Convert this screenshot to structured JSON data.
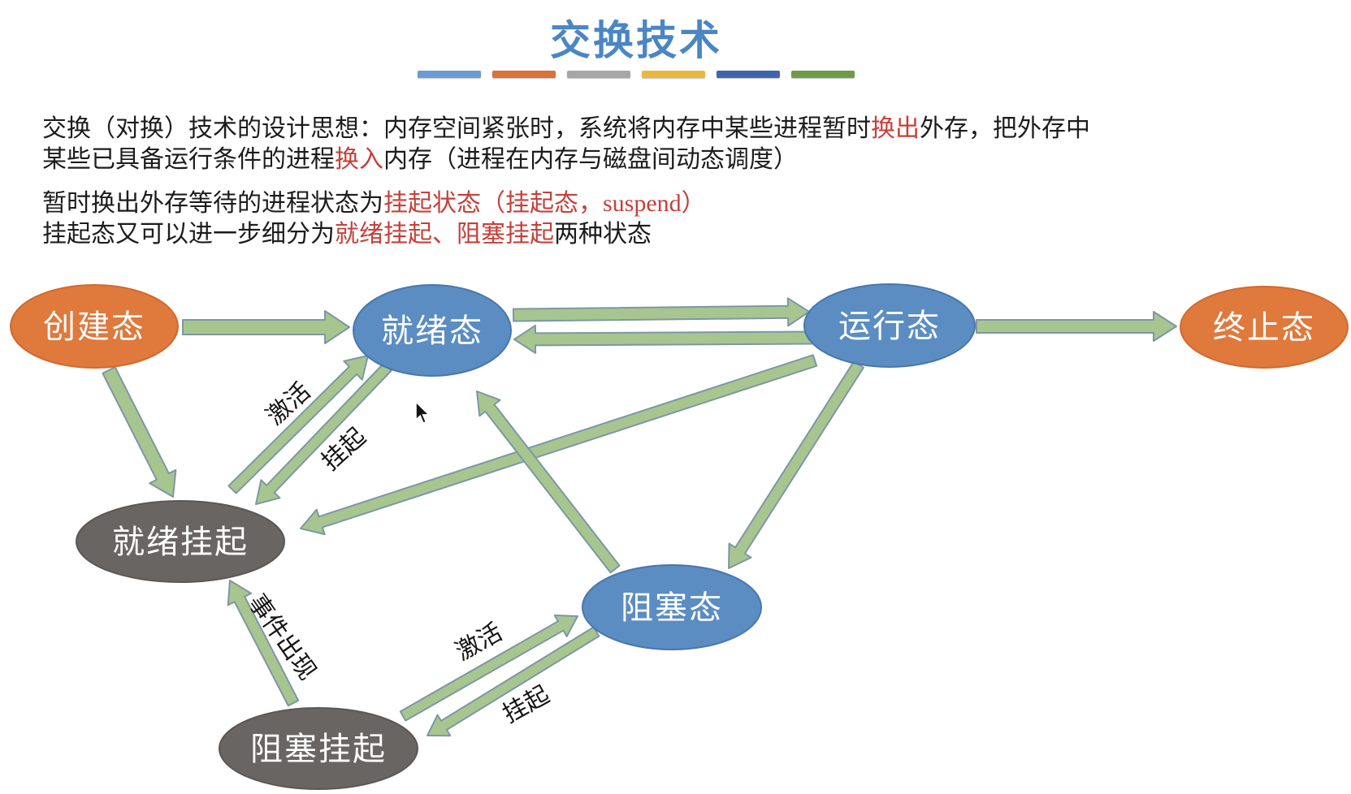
{
  "title": {
    "text": "交换技术",
    "color": "#4a86c4",
    "underline_bar_colors": [
      "#6b9bd2",
      "#d9733a",
      "#a6a6a6",
      "#eab73e",
      "#3f63ad",
      "#6f9b49"
    ]
  },
  "accent": {
    "red_text_color": "#c5403a",
    "body_text_color": "#1c1c1c"
  },
  "intro": {
    "paragraphs": [
      {
        "lines": [
          {
            "segments": [
              {
                "t": "交换（对换）技术的设计思想：内存空间紧张时，系统将内存中某些进程暂时",
                "red": false
              },
              {
                "t": "换出",
                "red": true
              },
              {
                "t": "外存，把外存中",
                "red": false
              }
            ]
          },
          {
            "segments": [
              {
                "t": "某些已具备运行条件的进程",
                "red": false
              },
              {
                "t": "换入",
                "red": true
              },
              {
                "t": "内存（进程在内存与磁盘间动态调度）",
                "red": false
              }
            ]
          }
        ]
      },
      {
        "lines": [
          {
            "segments": [
              {
                "t": "暂时换出外存等待的进程状态为",
                "red": false
              },
              {
                "t": "挂起状态（挂起态，suspend）",
                "red": true
              }
            ]
          },
          {
            "segments": [
              {
                "t": "挂起态又可以进一步细分为",
                "red": false
              },
              {
                "t": "就绪挂起、阻塞挂起",
                "red": true
              },
              {
                "t": "两种状态",
                "red": false
              }
            ]
          }
        ]
      }
    ]
  },
  "diagram": {
    "arrow_fill": "#a7c68f",
    "arrow_stroke": "#7d97a5",
    "node_text_color": "#ffffff",
    "nodes": [
      {
        "id": "create-state",
        "label": "创建态",
        "fill": "#df793c",
        "stroke": "#cf6a2e"
      },
      {
        "id": "ready-state",
        "label": "就绪态",
        "fill": "#5b8dc2",
        "stroke": "#4778ac"
      },
      {
        "id": "running-state",
        "label": "运行态",
        "fill": "#5b8dc2",
        "stroke": "#4778ac"
      },
      {
        "id": "terminate-state",
        "label": "终止态",
        "fill": "#df793c",
        "stroke": "#cf6a2e"
      },
      {
        "id": "ready-suspend",
        "label": "就绪挂起",
        "fill": "#696563",
        "stroke": "#5b5755"
      },
      {
        "id": "blocked-state",
        "label": "阻塞态",
        "fill": "#5b8dc2",
        "stroke": "#4778ac"
      },
      {
        "id": "blocked-suspend",
        "label": "阻塞挂起",
        "fill": "#696563",
        "stroke": "#5b5755"
      }
    ],
    "edges": [
      {
        "from": "create-state",
        "to": "ready-state",
        "label": ""
      },
      {
        "from": "create-state",
        "to": "ready-suspend",
        "label": ""
      },
      {
        "from": "ready-state",
        "to": "running-state",
        "label": ""
      },
      {
        "from": "running-state",
        "to": "ready-state",
        "label": ""
      },
      {
        "from": "running-state",
        "to": "terminate-state",
        "label": ""
      },
      {
        "from": "ready-suspend",
        "to": "ready-state",
        "label": "激活"
      },
      {
        "from": "ready-state",
        "to": "ready-suspend",
        "label": "挂起"
      },
      {
        "from": "running-state",
        "to": "ready-suspend",
        "label": ""
      },
      {
        "from": "blocked-state",
        "to": "ready-state",
        "label": ""
      },
      {
        "from": "running-state",
        "to": "blocked-state",
        "label": ""
      },
      {
        "from": "blocked-suspend",
        "to": "ready-suspend",
        "label": "事件出现"
      },
      {
        "from": "blocked-suspend",
        "to": "blocked-state",
        "label": "激活"
      },
      {
        "from": "blocked-state",
        "to": "blocked-suspend",
        "label": "挂起"
      }
    ]
  }
}
